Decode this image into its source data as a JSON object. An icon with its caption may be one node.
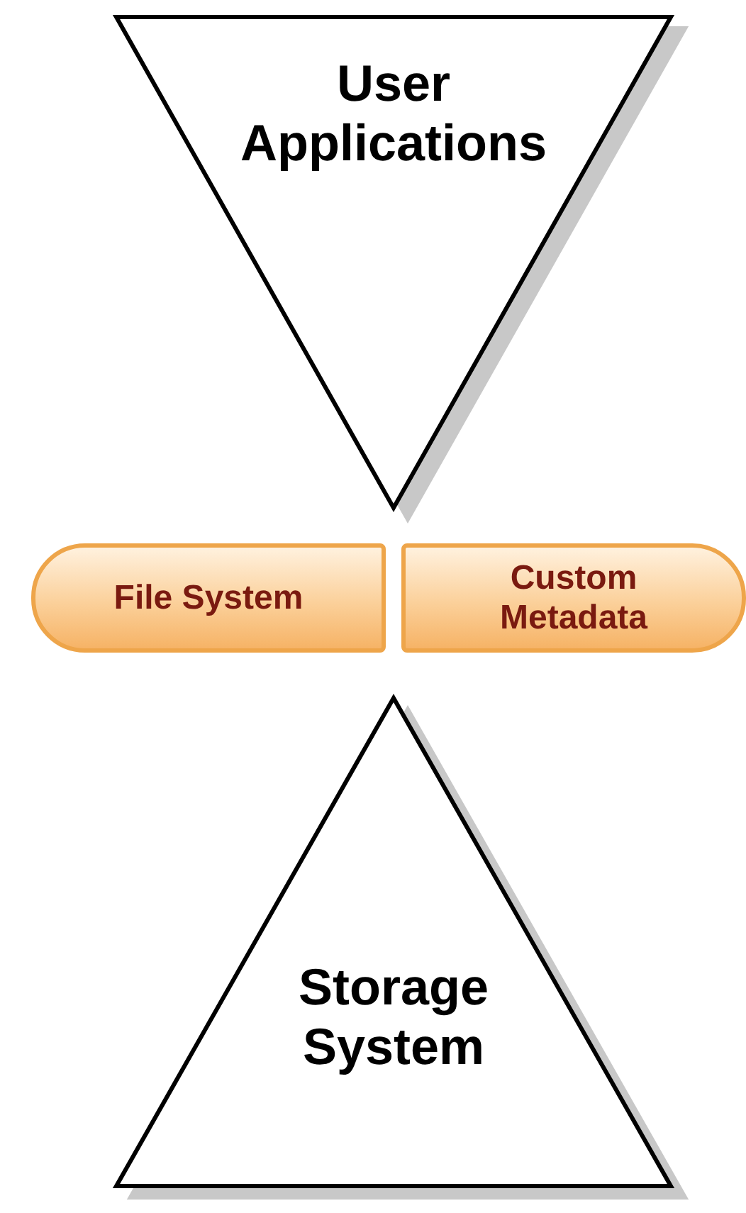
{
  "diagram": {
    "nodes": [
      {
        "text": [
          "User Applications"
        ]
      },
      {
        "text": [
          "File System"
        ]
      },
      {
        "text": [
          "Custom Metadata"
        ]
      },
      {
        "text": [
          "Storage System"
        ]
      }
    ]
  }
}
